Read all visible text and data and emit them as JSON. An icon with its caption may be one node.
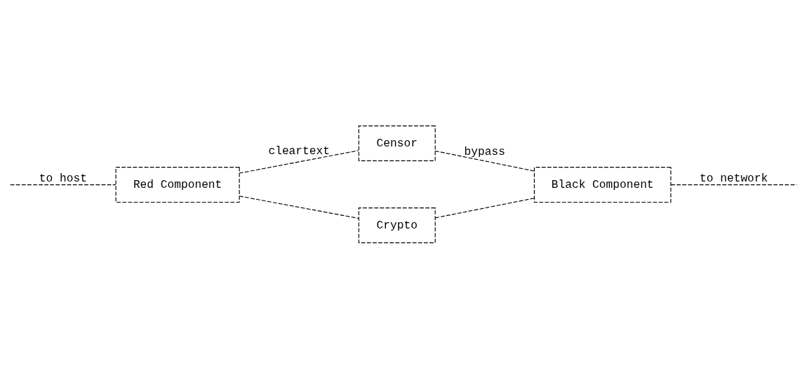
{
  "diagram": {
    "nodes": [
      {
        "text": [
          "Censor"
        ]
      },
      {
        "text": [
          "Red Component"
        ]
      },
      {
        "text": [
          "Black Component"
        ]
      },
      {
        "text": [
          "Crypto"
        ]
      }
    ],
    "edges": [
      {
        "from": 1,
        "to": 0,
        "arrow": "none",
        "label": "cleartext",
        "style": "dashed"
      },
      {
        "from": 0,
        "to": 2,
        "arrow": "none",
        "label": "bypass",
        "style": "dashed"
      },
      {
        "from": 1,
        "to": 3,
        "arrow": "none",
        "style": "dashed"
      },
      {
        "from": 3,
        "to": 2,
        "arrow": "none",
        "style": "dashed"
      },
      {
        "from": null,
        "to": 1,
        "arrow": "none",
        "label": "to host",
        "style": "dashed"
      },
      {
        "from": 2,
        "to": null,
        "arrow": "none",
        "label": "to network",
        "style": "dashed"
      }
    ]
  }
}
